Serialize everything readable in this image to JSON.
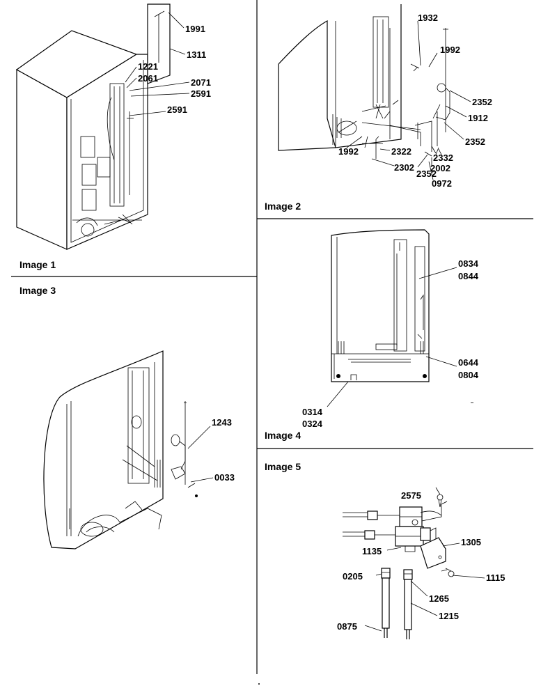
{
  "panels": [
    {
      "caption": "Image 1",
      "callouts": [
        "1991",
        "1311",
        "1221",
        "2061",
        "2071",
        "2591",
        "2591"
      ]
    },
    {
      "caption": "Image 2",
      "callouts": [
        "1932",
        "1992",
        "2352",
        "1912",
        "2352",
        "1992",
        "2322",
        "2332",
        "2302",
        "2352",
        "2002",
        "0972"
      ]
    },
    {
      "caption": "Image 3",
      "callouts": [
        "1243",
        "0033"
      ]
    },
    {
      "caption": "Image 4",
      "callouts": [
        "0834",
        "0844",
        "0644",
        "0804",
        "0314",
        "0324"
      ]
    },
    {
      "caption": "Image 5",
      "callouts": [
        "2575",
        "1305",
        "1135",
        "1115",
        "0205",
        "1265",
        "1215",
        "0875"
      ]
    }
  ]
}
